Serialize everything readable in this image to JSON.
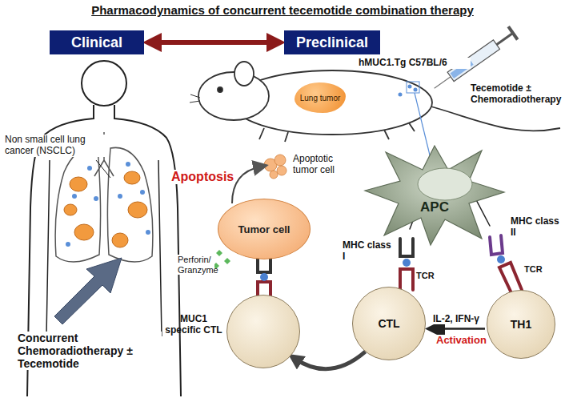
{
  "diagram": {
    "title": "Pharmacodynamics of concurrent tecemotide combination therapy",
    "nodes": [
      {
        "text": [
          "Clinical"
        ]
      },
      {
        "text": [
          "Preclinical"
        ]
      },
      {
        "text": [
          "Lung tumor"
        ]
      },
      {
        "text": [
          "APC"
        ]
      },
      {
        "text": [
          "Tumor cell"
        ]
      },
      {
        "text": [
          "MUC1 specific CTL"
        ]
      },
      {
        "text": [
          "CTL"
        ]
      },
      {
        "text": [
          "TH1"
        ]
      }
    ],
    "edges": [
      {
        "from": 0,
        "to": 1,
        "arrow": "both"
      },
      {
        "from": 7,
        "to": 6,
        "label": "IL-2, IFN-γ",
        "arrow": "to"
      },
      {
        "from": 6,
        "to": 5,
        "arrow": "to"
      }
    ],
    "labels": [
      "Non small cell lung cancer (NSCLC)",
      "Concurrent Chemoradiotherapy ± Tecemotide",
      "hMUC1.Tg C57BL/6",
      "Tecemotide ± Chemoradiotherapy",
      "Apoptosis",
      "Apoptotic tumor cell",
      "Perforin/ Granzyme",
      "MHC class I",
      "MHC class II",
      "TCR",
      "TCR",
      "Activation"
    ]
  }
}
